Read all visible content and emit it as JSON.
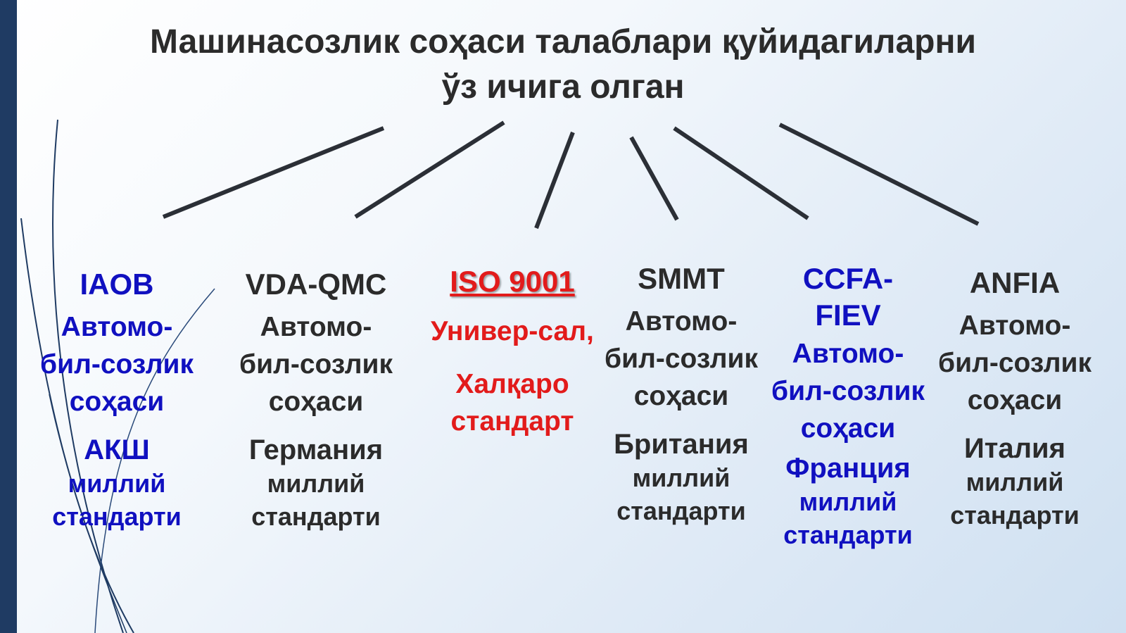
{
  "title": {
    "line1": "Машинасозлик соҳаси талаблари  қуйидагиларни",
    "line2": "ўз ичига олган"
  },
  "colors": {
    "blue": "#1010c0",
    "dark": "#2b2b2b",
    "red": "#e21b1b",
    "bar": "#1f3b63"
  },
  "columns": [
    {
      "code": "IAOB",
      "desc": "Автомо-бил-созлик соҳаси",
      "country": "АКШ",
      "std": "миллий стандарти"
    },
    {
      "code": "VDA-QMC",
      "desc": "Автомо-бил-созлик соҳаси",
      "country": "Германия",
      "std": "миллий стандарти"
    },
    {
      "code": "ISO 9001",
      "desc": "Универ-сал,",
      "desc2": "Халқаро стандарт"
    },
    {
      "code": "SMMT",
      "desc": "Автомо-бил-созлик соҳаси",
      "country": "Британия",
      "std": "миллий стандарти"
    },
    {
      "code": "CCFA-FIEV",
      "desc": "Автомо-бил-созлик соҳаси",
      "country": "Франция",
      "std": "миллий стандарти"
    },
    {
      "code": "ANFIA",
      "desc": "Автомо-бил-созлик соҳаси",
      "country": "Италия",
      "std": "миллий стандарти"
    }
  ]
}
